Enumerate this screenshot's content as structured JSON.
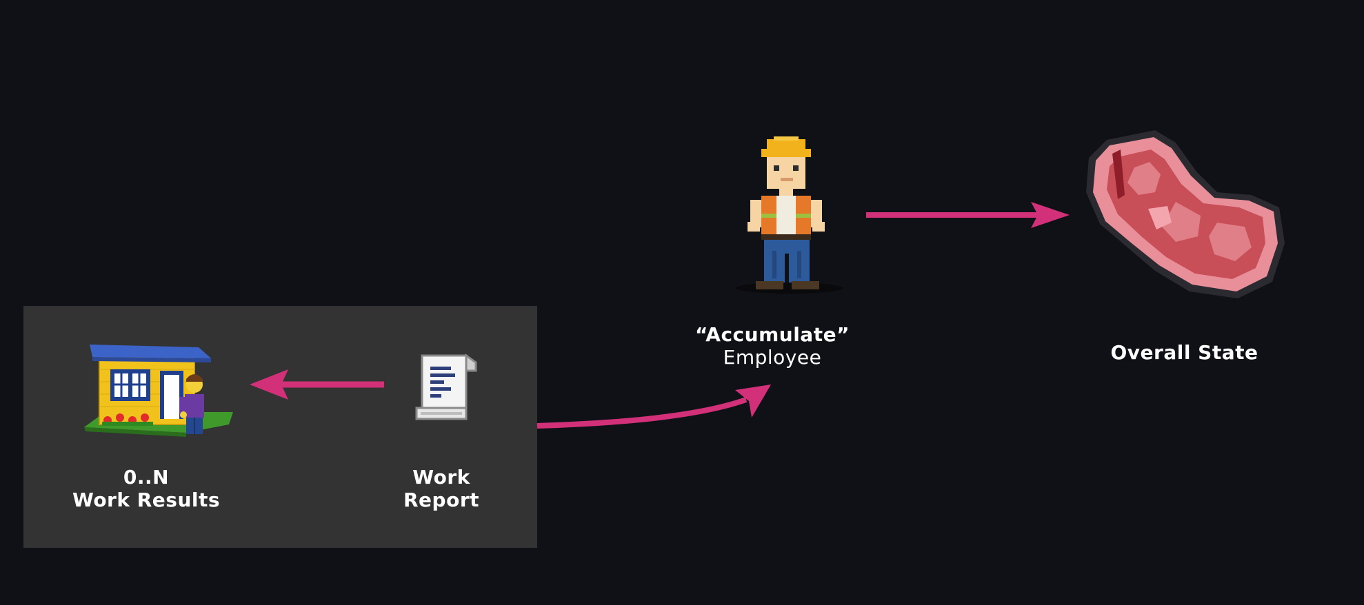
{
  "diagram": {
    "nodes": {
      "work_results": {
        "lines": [
          "0..N",
          "Work Results"
        ]
      },
      "work_report": {
        "lines": [
          "Work",
          "Report"
        ]
      },
      "employee": {
        "line_bold": "“Accumulate”",
        "line_regular": "Employee"
      },
      "overall_state": {
        "lines": [
          "Overall State"
        ]
      }
    },
    "icons": {
      "house": "lego-house-icon",
      "report": "document-scroll-icon",
      "worker": "construction-worker-icon",
      "state": "meat-steak-icon"
    },
    "colors": {
      "background": "#101116",
      "panel": "#333333",
      "arrow": "#d3307a",
      "text": "#ffffff"
    }
  }
}
